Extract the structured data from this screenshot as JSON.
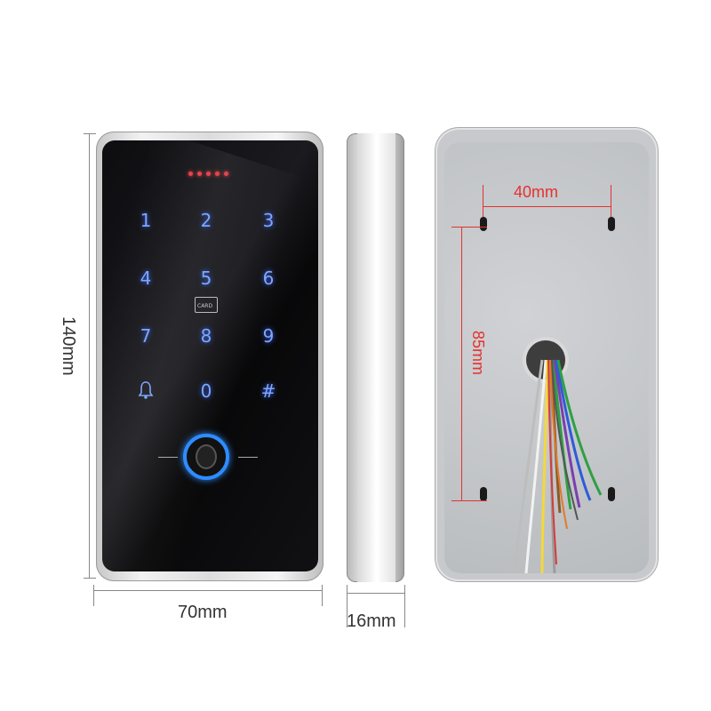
{
  "dimensions": {
    "height_label": "140mm",
    "width_label": "70mm",
    "depth_label": "16mm",
    "hole_spacing_horizontal": "40mm",
    "hole_spacing_vertical": "85mm"
  },
  "keypad": {
    "keys": [
      "1",
      "2",
      "3",
      "4",
      "5",
      "6",
      "7",
      "8",
      "9",
      "⍾",
      "0",
      "#"
    ],
    "card_label": "CARD"
  },
  "colors": {
    "key_glow": "#7fa6ff",
    "fingerprint_ring": "#2f8cff",
    "dimension_red": "#e4322f",
    "led": "#e8434c"
  },
  "wires": [
    "#f2f2f2",
    "#f4d83a",
    "#b0b0b0",
    "#8a5a2a",
    "#2ea043",
    "#2d5bd8",
    "#7a3fb0",
    "#e07a2a",
    "#f2f2f2",
    "#d63b3b",
    "#555555"
  ]
}
